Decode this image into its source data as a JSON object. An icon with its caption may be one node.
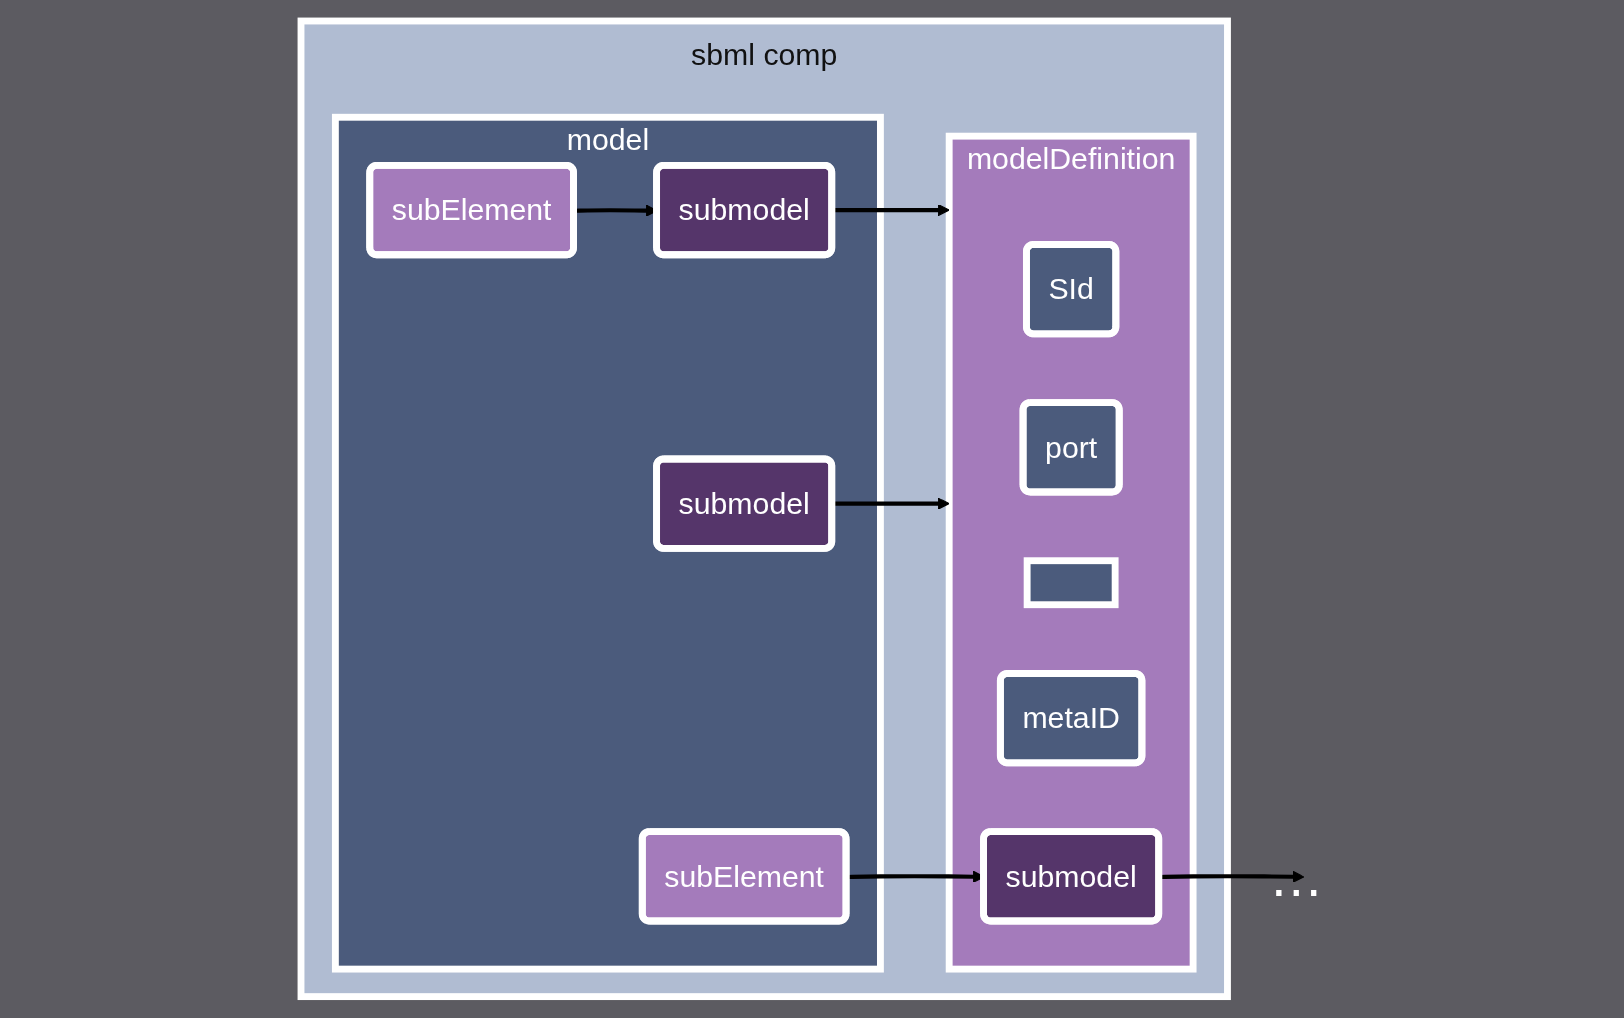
{
  "diagram": {
    "nodes": [
      {
        "text": [
          "sbml comp"
        ]
      },
      {
        "text": [
          "model"
        ],
        "in": 0
      },
      {
        "text": [
          "subElement"
        ],
        "in": 1
      },
      {
        "text": [
          "subElement"
        ],
        "in": 1
      },
      {
        "text": [
          "submodel"
        ],
        "in": 1
      },
      {
        "text": [
          "submodel"
        ],
        "in": 1
      },
      {
        "text": [
          "modelDefinition"
        ],
        "in": 0
      },
      {
        "text": [
          "SId"
        ],
        "in": 6
      },
      {
        "text": [
          "port"
        ],
        "in": 6
      },
      {
        "text": [],
        "shape": "box",
        "in": 6
      },
      {
        "text": [
          "metaID"
        ],
        "in": 6
      },
      {
        "text": [
          "submodel"
        ],
        "in": 6
      },
      {
        "text": [
          "…"
        ]
      }
    ],
    "edges": [
      {
        "from": 2,
        "to": 4,
        "arrow": "to"
      },
      {
        "from": 3,
        "to": 11,
        "arrow": "to"
      },
      {
        "from": 4,
        "to": 6,
        "arrow": "to"
      },
      {
        "from": 5,
        "to": 6,
        "arrow": "to"
      },
      {
        "from": 11,
        "to": 12,
        "arrow": "to"
      }
    ]
  }
}
